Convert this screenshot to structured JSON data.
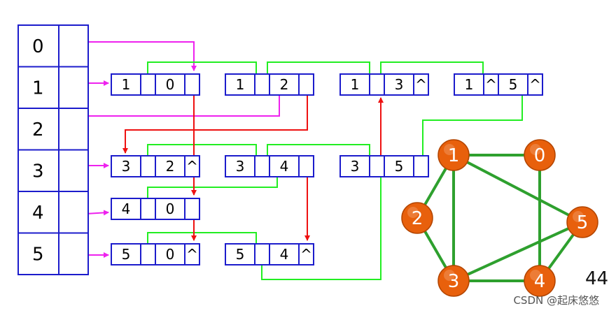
{
  "colors": {
    "box": "#1c1ccc",
    "pink": "#ee22ee",
    "green": "#22ee22",
    "red": "#ee1111",
    "vertex": "#e8600c",
    "edge": "#2ea02e"
  },
  "vertex_table": [
    "0",
    "1",
    "2",
    "3",
    "4",
    "5"
  ],
  "edge_nodes": [
    {
      "id": "n10",
      "mark": "1",
      "ilink_null": false,
      "other": "0",
      "jlink_null": false
    },
    {
      "id": "n12",
      "mark": "1",
      "ilink_null": false,
      "other": "2",
      "jlink_null": false
    },
    {
      "id": "n13",
      "mark": "1",
      "ilink_null": false,
      "other": "3",
      "jlink_null": true
    },
    {
      "id": "n15",
      "mark": "1",
      "ilink_null": true,
      "other": "5",
      "jlink_null": true
    },
    {
      "id": "n32",
      "mark": "3",
      "ilink_null": false,
      "other": "2",
      "jlink_null": true
    },
    {
      "id": "n34",
      "mark": "3",
      "ilink_null": false,
      "other": "4",
      "jlink_null": false
    },
    {
      "id": "n35",
      "mark": "3",
      "ilink_null": false,
      "other": "5",
      "jlink_null": false
    },
    {
      "id": "n40",
      "mark": "4",
      "ilink_null": false,
      "other": "0",
      "jlink_null": false
    },
    {
      "id": "n50",
      "mark": "5",
      "ilink_null": false,
      "other": "0",
      "jlink_null": true
    },
    {
      "id": "n54",
      "mark": "5",
      "ilink_null": false,
      "other": "4",
      "jlink_null": true
    }
  ],
  "null_symbol": "^",
  "graph": {
    "vertices": [
      "0",
      "1",
      "2",
      "3",
      "4",
      "5"
    ],
    "edges": [
      [
        "1",
        "0"
      ],
      [
        "1",
        "2"
      ],
      [
        "1",
        "3"
      ],
      [
        "1",
        "5"
      ],
      [
        "0",
        "4"
      ],
      [
        "3",
        "2"
      ],
      [
        "3",
        "4"
      ],
      [
        "3",
        "5"
      ],
      [
        "4",
        "5"
      ]
    ]
  },
  "page_number": "44",
  "watermark": "CSDN @起床悠悠"
}
